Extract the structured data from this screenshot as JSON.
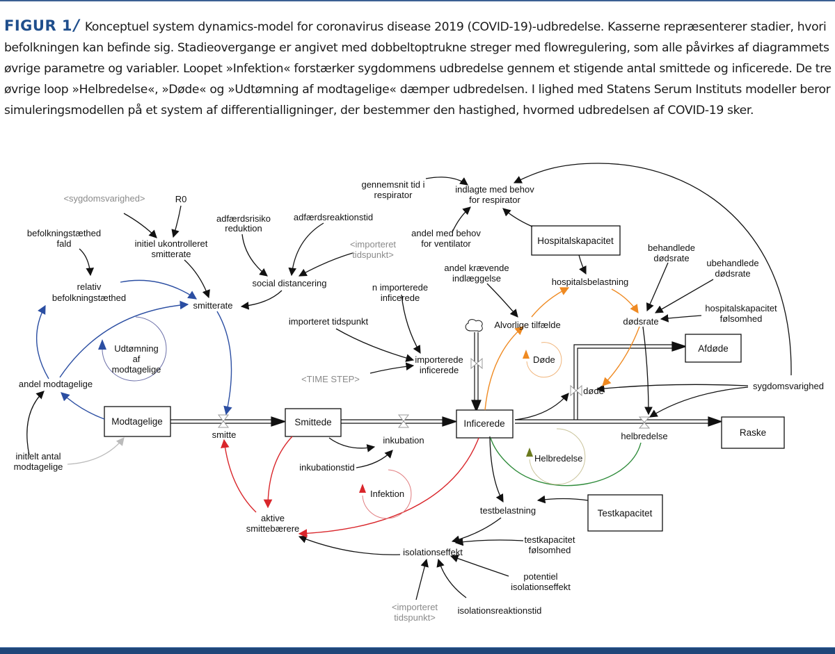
{
  "caption": {
    "label": "FIGUR 1",
    "slash": "/",
    "text": "Konceptuel system dynamics-model for coronavirus disease 2019 (COVID-19)-udbredelse. Kasserne repræsenterer stadier, hvori befolkningen kan befinde sig. Stadieovergange er angivet med dobbeltoptrukne streger med flowregulering, som alle påvirkes af diagrammets øvrige parametre og variabler. Loopet »Infektion« forstærker sygdommens udbredelse gennem et stigende antal smittede og inficerede. De tre øvrige loop »Helbredelse«, »Døde« og »Udtømning af modtagelige« dæmper udbredelsen. I lighed med Statens Serum Instituts modeller beror simuleringsmodellen på et system af differentialligninger, der bestemmer den hastighed, hvormed udbredelsen af COVID-19 sker."
  },
  "colors": {
    "brand": "#1f4e8c",
    "loop_depletion": "#2b4ea2",
    "loop_infection": "#d9262b",
    "loop_deaths": "#ef8a22",
    "loop_recovery": "#2e8b3a",
    "shadow_variable": "#8a8a8a"
  },
  "stocks": {
    "modtagelige": "Modtagelige",
    "smittede": "Smittede",
    "inficerede": "Inficerede",
    "afdoede": "Afdøde",
    "raske": "Raske",
    "hospitalskapacitet": "Hospitalskapacitet",
    "testkapacitet": "Testkapacitet"
  },
  "flows": {
    "smitte": "smitte",
    "inkubation": "inkubation",
    "importerede_1": "importerede",
    "importerede_2": "inficerede",
    "doede": "døde",
    "helbredelse": "helbredelse"
  },
  "variables": {
    "sygdomsvarighed_shadow": "<sygdomsvarighed>",
    "r0": "R0",
    "befolkningstaethed_fald_1": "befolkningstæthed",
    "befolkningstaethed_fald_2": "fald",
    "initiel_smitterate_1": "initiel ukontrolleret",
    "initiel_smitterate_2": "smitterate",
    "adfaerdsrisiko_1": "adfærdsrisiko",
    "adfaerdsrisiko_2": "reduktion",
    "adfaerdsreaktionstid": "adfærdsreaktionstid",
    "importeret_tidspunkt_shadow_1": "<importeret",
    "importeret_tidspunkt_shadow_2": "tidspunkt>",
    "relativ_1": "relativ",
    "relativ_2": "befolkningstæthed",
    "social_distancering": "social distancering",
    "smitterate": "smitterate",
    "gennemsnit_tid_1": "gennemsnit tid i",
    "gennemsnit_tid_2": "respirator",
    "indlagte_1": "indlagte med behov",
    "indlagte_2": "for respirator",
    "andel_ventilator_1": "andel med behov",
    "andel_ventilator_2": "for ventilator",
    "andel_indlaeggelse_1": "andel krævende",
    "andel_indlaeggelse_2": "indlæggelse",
    "hospitalsbelastning": "hospitalsbelastning",
    "behandlede_1": "behandlede",
    "behandlede_2": "dødsrate",
    "ubehandlede_1": "ubehandlede",
    "ubehandlede_2": "dødsrate",
    "n_importerede_1": "n importerede",
    "n_importerede_2": "inficerede",
    "importeret_tidspunkt": "importeret tidspunkt",
    "alvorlige_tilfaelde": "Alvorlige tilfælde",
    "doedsrate": "dødsrate",
    "hosp_foelsomhed_1": "hospitalskapacitet",
    "hosp_foelsomhed_2": "følsomhed",
    "time_step": "<TIME STEP>",
    "andel_modtagelige": "andel modtagelige",
    "sygdomsvarighed": "sygdomsvarighed",
    "initielt_antal_1": "initielt antal",
    "initielt_antal_2": "modtagelige",
    "inkubationstid": "inkubationstid",
    "aktive_1": "aktive",
    "aktive_2": "smittebærere",
    "testbelastning": "testbelastning",
    "isolationseffekt": "isolationseffekt",
    "testkap_foelsomhed_1": "testkapacitet",
    "testkap_foelsomhed_2": "følsomhed",
    "potentiel_1": "potentiel",
    "potentiel_2": "isolationseffekt",
    "isolationsreaktionstid": "isolationsreaktionstid"
  },
  "loops": {
    "udtoemning_1": "Udtømning",
    "udtoemning_2": "af",
    "udtoemning_3": "modtagelige",
    "doede": "Døde",
    "helbredelse": "Helbredelse",
    "infektion": "Infektion"
  }
}
